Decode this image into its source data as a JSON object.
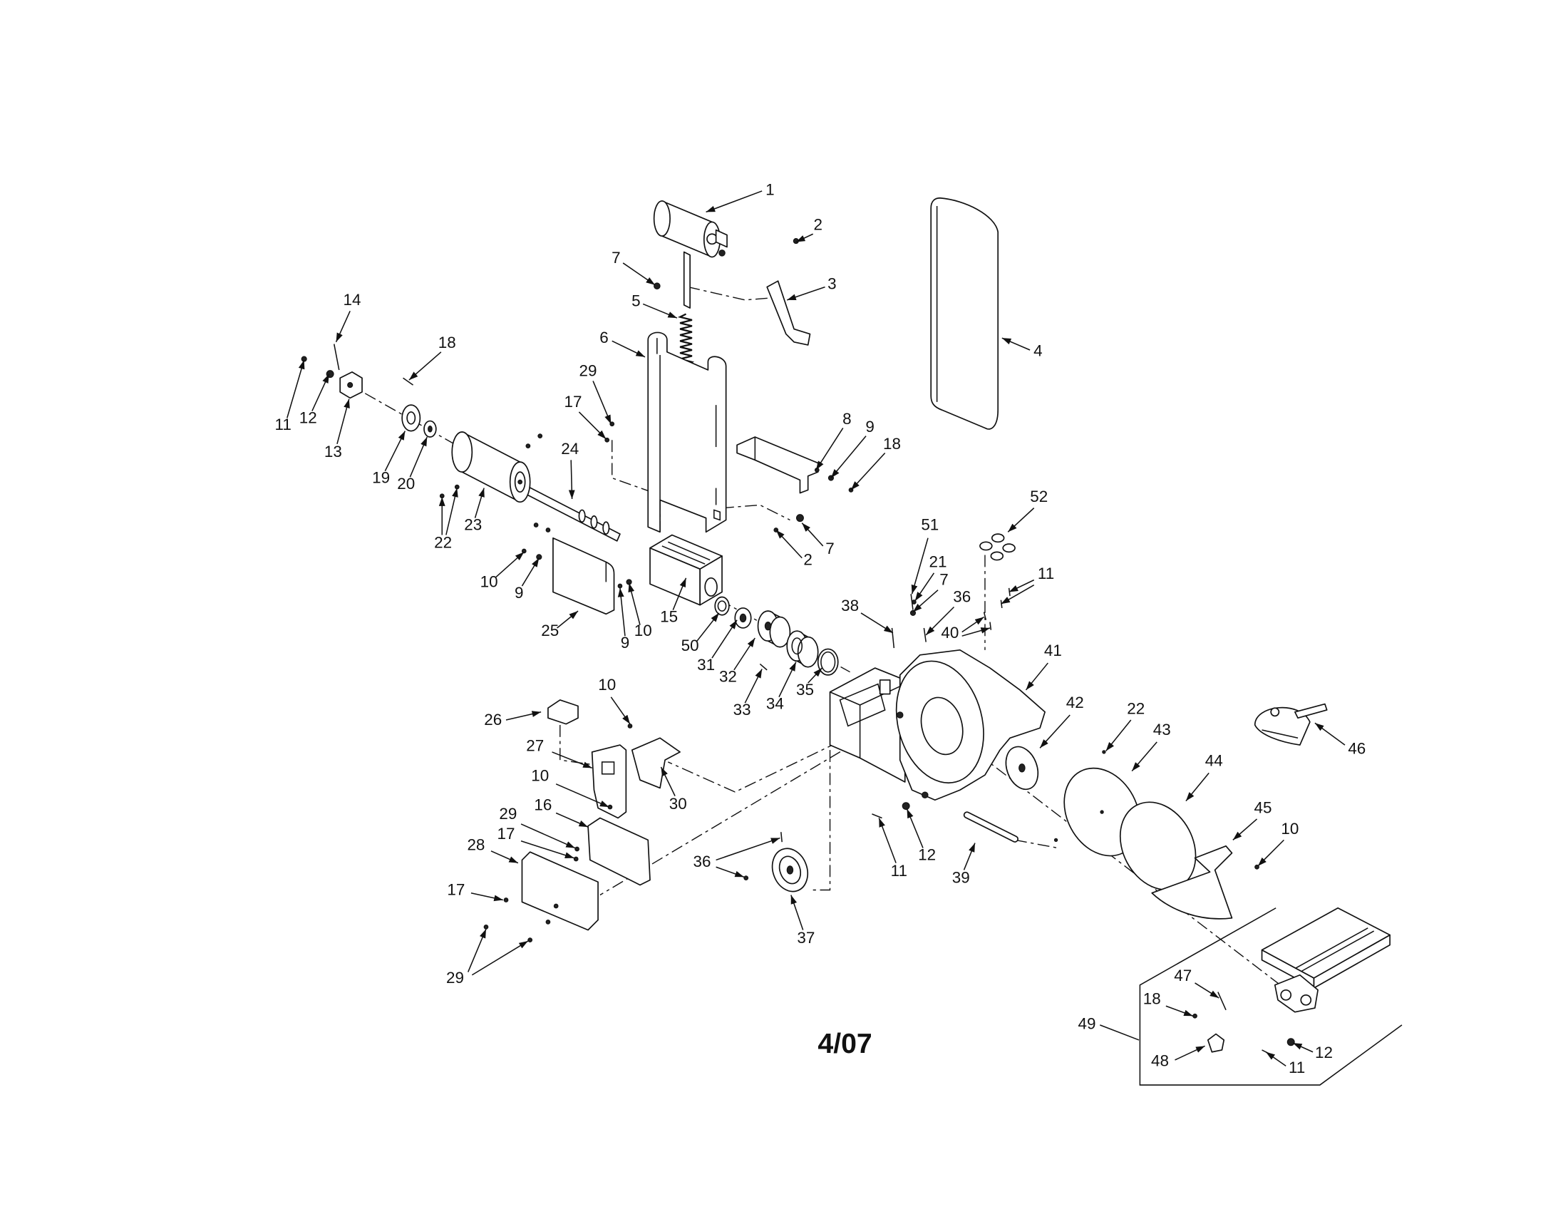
{
  "callouts": [
    "1",
    "2",
    "3",
    "4",
    "5",
    "6",
    "7",
    "8",
    "9",
    "18",
    "14",
    "18",
    "11",
    "12",
    "13",
    "19",
    "20",
    "29",
    "17",
    "24",
    "23",
    "22",
    "10",
    "9",
    "25",
    "9",
    "10",
    "15",
    "2",
    "7",
    "50",
    "31",
    "32",
    "33",
    "34",
    "35",
    "51",
    "21",
    "7",
    "36",
    "38",
    "40",
    "11",
    "52",
    "41",
    "42",
    "22",
    "43",
    "44",
    "45",
    "10",
    "46",
    "26",
    "10",
    "27",
    "30",
    "10",
    "16",
    "29",
    "17",
    "28",
    "17",
    "29",
    "36",
    "37",
    "11",
    "12",
    "39",
    "49",
    "47",
    "18",
    "48",
    "12",
    "11"
  ],
  "date_code": "4/07"
}
